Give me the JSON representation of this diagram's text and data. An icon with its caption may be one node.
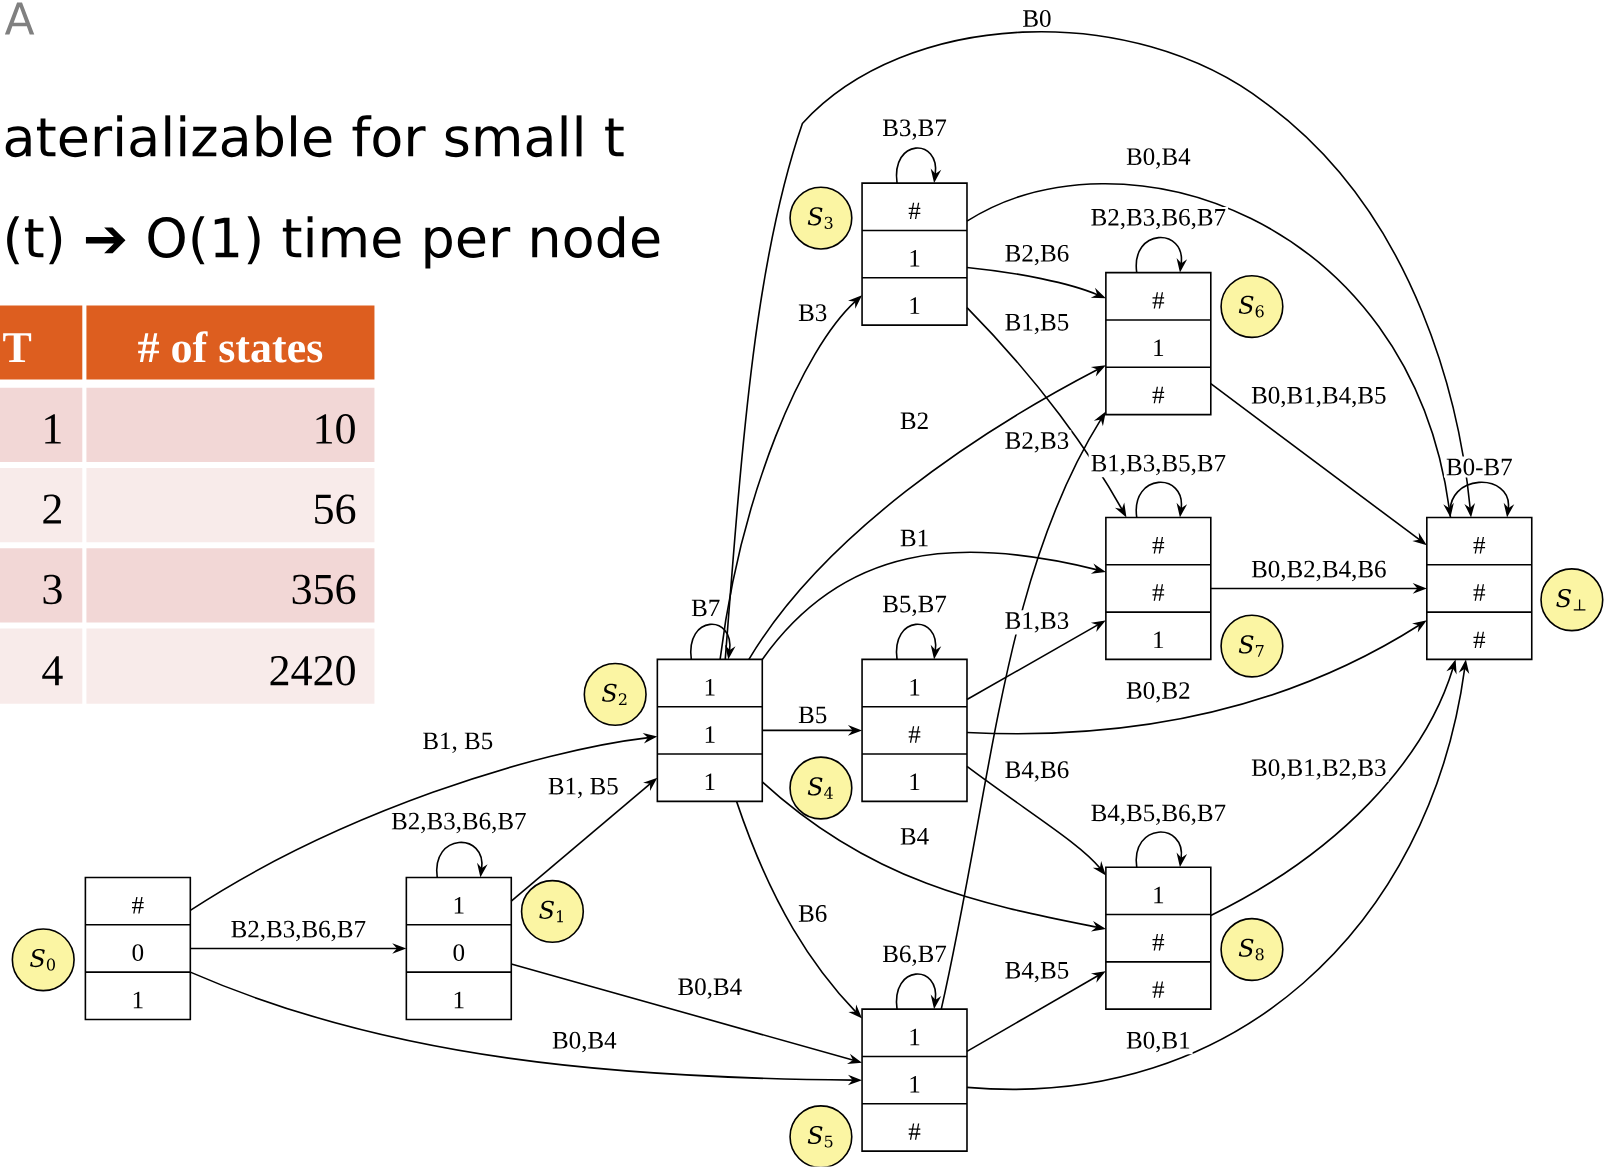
{
  "diagram": {
    "nodes": [
      {
        "text": [
          "#",
          "0",
          "1"
        ]
      },
      {
        "text": [
          "*S*$_{0}$"
        ]
      },
      {
        "text": [
          "1",
          "0",
          "1"
        ]
      },
      {
        "text": [
          "*S*$_{1}$"
        ]
      },
      {
        "text": [
          "1",
          "1",
          "1"
        ]
      },
      {
        "text": [
          "*S*$_{2}$"
        ]
      },
      {
        "text": [
          "#",
          "1",
          "1"
        ]
      },
      {
        "text": [
          "*S*$_{3}$"
        ]
      },
      {
        "text": [
          "1",
          "#",
          "1"
        ]
      },
      {
        "text": [
          "*S*$_{4}$"
        ]
      },
      {
        "text": [
          "1",
          "1",
          "#"
        ]
      },
      {
        "text": [
          "*S*$_{5}$"
        ]
      },
      {
        "text": [
          "#",
          "1",
          "#"
        ]
      },
      {
        "text": [
          "*S*$_{6}$"
        ]
      },
      {
        "text": [
          "#",
          "#",
          "1"
        ]
      },
      {
        "text": [
          "*S*$_{7}$"
        ]
      },
      {
        "text": [
          "1",
          "#",
          "#"
        ]
      },
      {
        "text": [
          "*S*$_{8}$"
        ]
      },
      {
        "text": [
          "#",
          "#",
          "#"
        ]
      },
      {
        "text": [
          "*S*$_{⊥}$"
        ]
      }
    ],
    "edges": [
      {
        "from": 0,
        "to": 2,
        "arrow": "to",
        "label": "B2,B3,B6,B7"
      },
      {
        "from": 0,
        "to": 4,
        "arrow": "to",
        "label": "B1, B5"
      },
      {
        "from": 0,
        "to": 10,
        "arrow": "to",
        "label": "B0,B4"
      },
      {
        "from": 2,
        "to": 2,
        "arrow": "to",
        "label": "B2,B3,B6,B7"
      },
      {
        "from": 2,
        "to": 4,
        "arrow": "to",
        "label": "B1, B5"
      },
      {
        "from": 2,
        "to": 10,
        "arrow": "to",
        "label": "B0,B4"
      },
      {
        "from": 4,
        "to": 4,
        "arrow": "to",
        "label": "B7"
      },
      {
        "from": 4,
        "to": 6,
        "arrow": "to",
        "label": "B3"
      },
      {
        "from": 4,
        "to": 18,
        "arrow": "to",
        "label": "B0"
      },
      {
        "from": 4,
        "to": 12,
        "arrow": "to",
        "label": "B2"
      },
      {
        "from": 4,
        "to": 14,
        "arrow": "to",
        "label": "B1"
      },
      {
        "from": 4,
        "to": 8,
        "arrow": "to",
        "label": "B5"
      },
      {
        "from": 4,
        "to": 16,
        "arrow": "to",
        "label": "B4"
      },
      {
        "from": 4,
        "to": 10,
        "arrow": "to",
        "label": "B6"
      },
      {
        "from": 6,
        "to": 6,
        "arrow": "to",
        "label": "B3,B7"
      },
      {
        "from": 6,
        "to": 18,
        "arrow": "to",
        "label": "B0,B4"
      },
      {
        "from": 6,
        "to": 12,
        "arrow": "to",
        "label": "B2,B6"
      },
      {
        "from": 6,
        "to": 14,
        "arrow": "to",
        "label": "B1,B5"
      },
      {
        "from": 8,
        "to": 8,
        "arrow": "to",
        "label": "B5,B7"
      },
      {
        "from": 8,
        "to": 14,
        "arrow": "to",
        "label": "B1,B3"
      },
      {
        "from": 8,
        "to": 18,
        "arrow": "to",
        "label": "B0,B2"
      },
      {
        "from": 8,
        "to": 16,
        "arrow": "to",
        "label": "B4,B6"
      },
      {
        "from": 10,
        "to": 10,
        "arrow": "to",
        "label": "B6,B7"
      },
      {
        "from": 10,
        "to": 12,
        "arrow": "to",
        "label": "B2,B3"
      },
      {
        "from": 10,
        "to": 16,
        "arrow": "to",
        "label": "B4,B5"
      },
      {
        "from": 10,
        "to": 18,
        "arrow": "to",
        "label": "B0,B1"
      },
      {
        "from": 12,
        "to": 12,
        "arrow": "to",
        "label": "B2,B3,B6,B7"
      },
      {
        "from": 12,
        "to": 18,
        "arrow": "to",
        "label": "B0,B1,B4,B5"
      },
      {
        "from": 14,
        "to": 14,
        "arrow": "to",
        "label": "B1,B3,B5,B7"
      },
      {
        "from": 14,
        "to": 18,
        "arrow": "to",
        "label": "B0,B2,B4,B6"
      },
      {
        "from": 16,
        "to": 16,
        "arrow": "to",
        "label": "B4,B5,B6,B7"
      },
      {
        "from": 16,
        "to": 18,
        "arrow": "to",
        "label": "B0,B1,B2,B3"
      },
      {
        "from": 18,
        "to": 18,
        "arrow": "to",
        "label": "B0-B7"
      }
    ],
    "labels": [
      "A",
      "aterializable for small t",
      "(t) ➔ O(1) time per node",
      "T",
      "# of states",
      "1",
      "10",
      "2",
      "56",
      "3",
      "356",
      "4",
      "2420"
    ]
  }
}
